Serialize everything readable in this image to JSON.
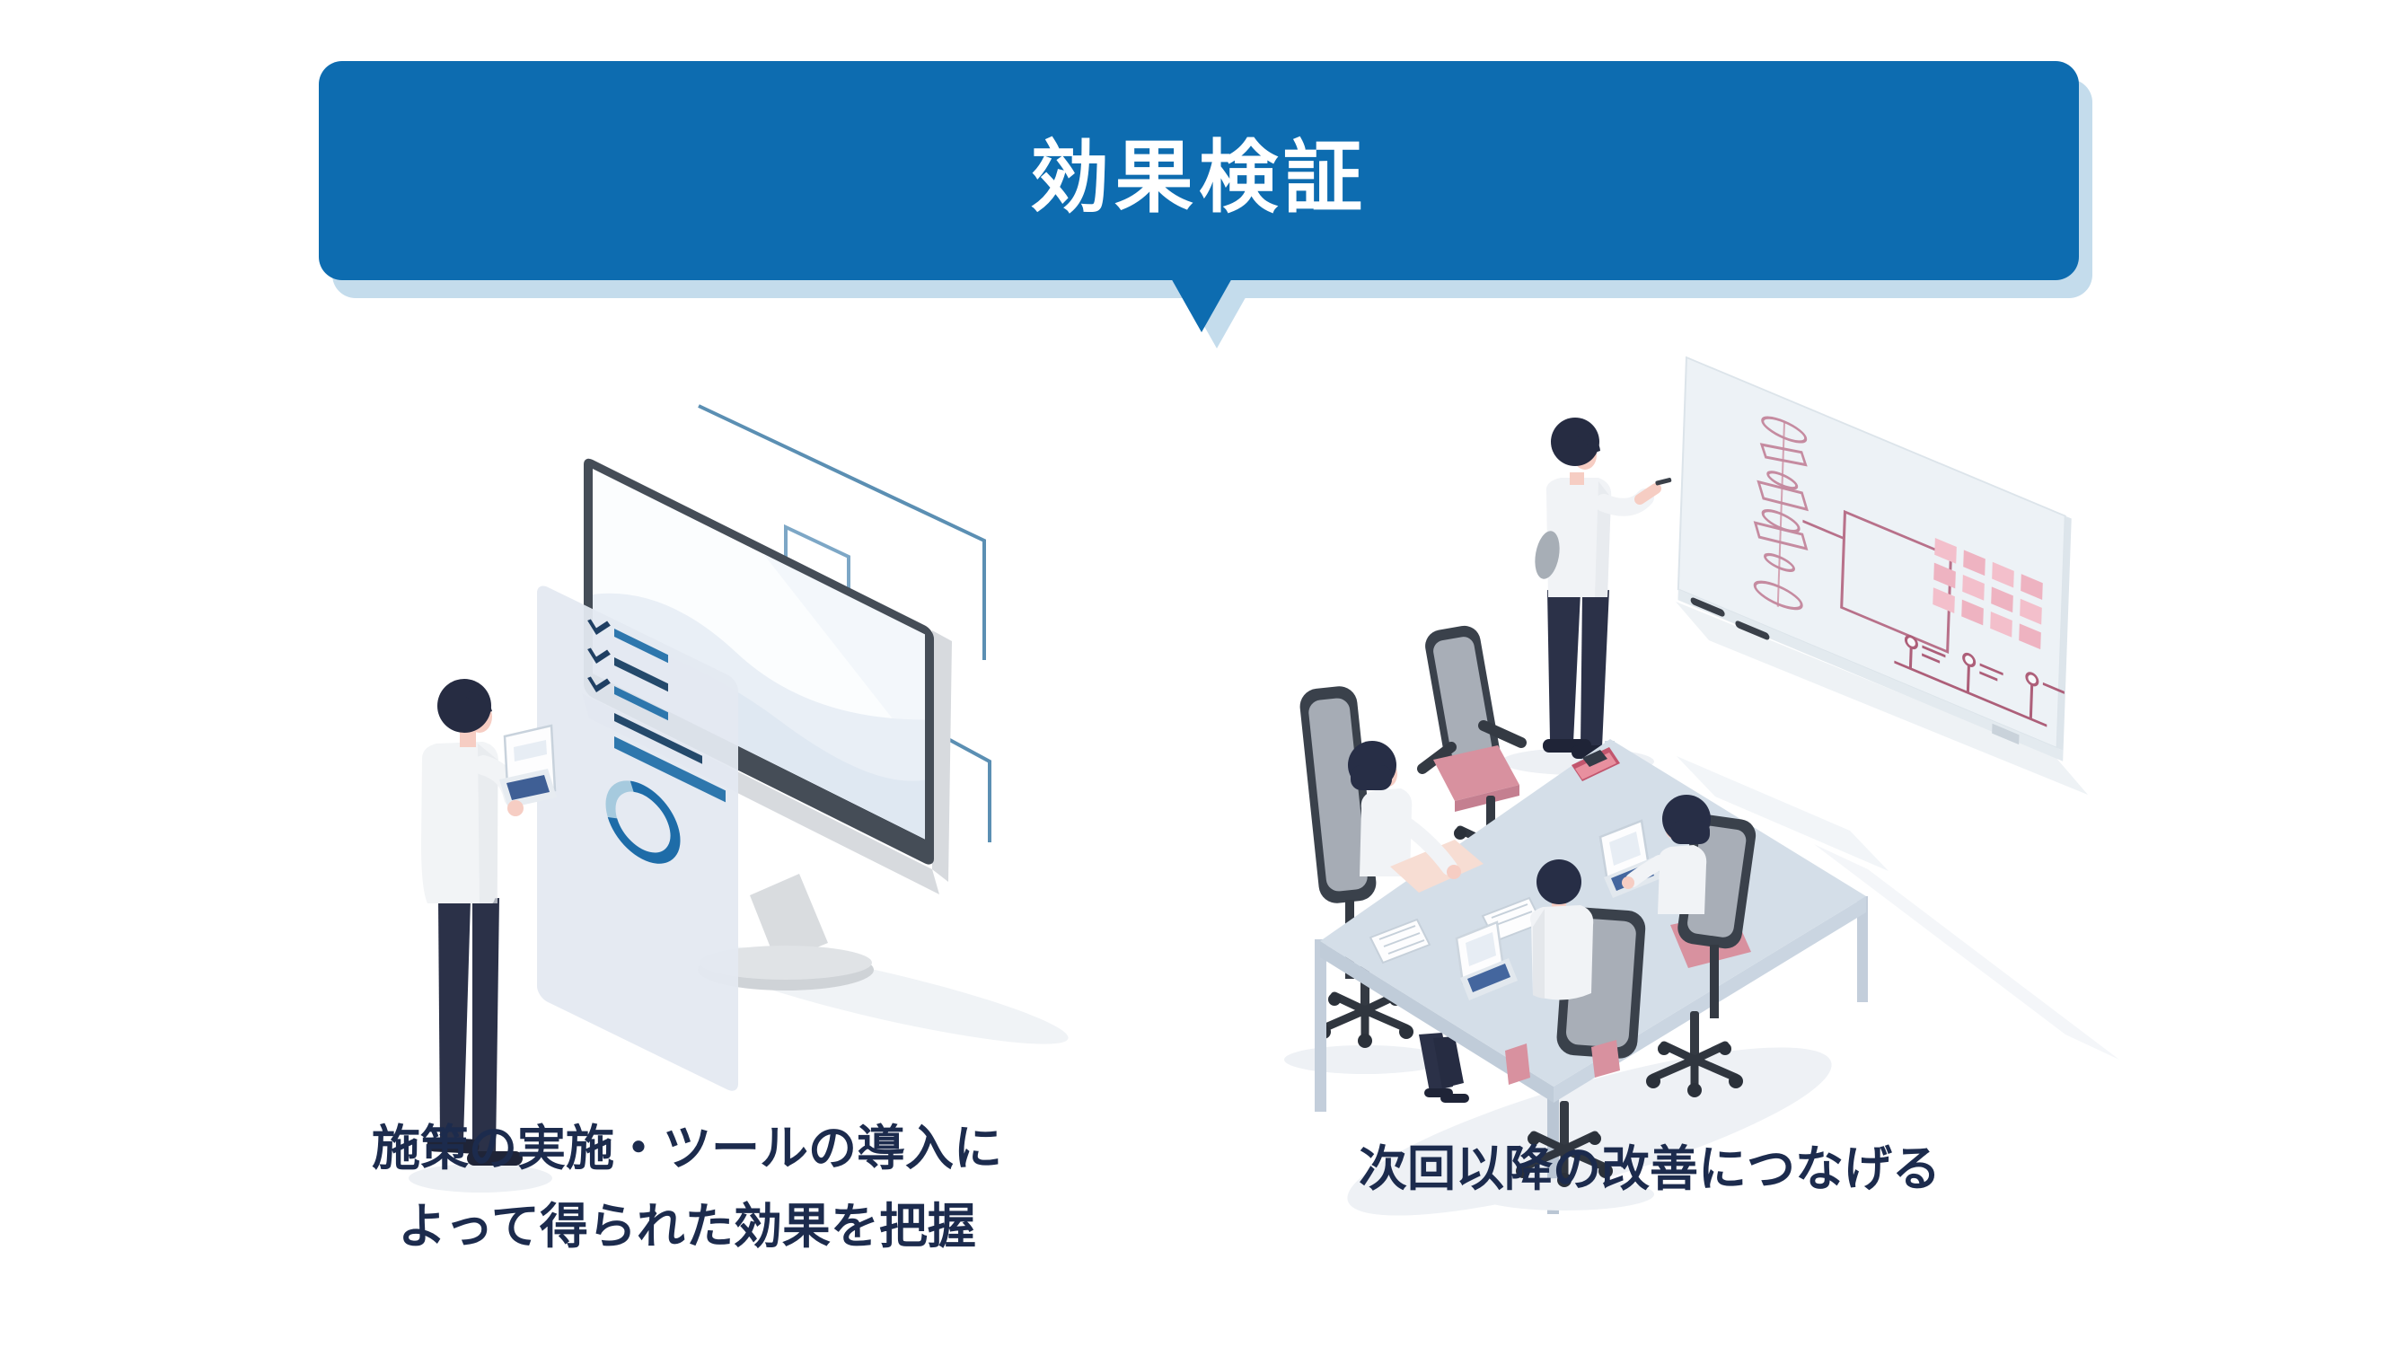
{
  "banner": {
    "title": "効果検証",
    "bg_color": "#0d6cb0",
    "shadow_color": "#c4dcec",
    "text_color": "#ffffff"
  },
  "sections": {
    "left": {
      "caption_lines": [
        "施策の実施・ツールの導入に",
        "よって得られた効果を把握"
      ],
      "illustration": "person-with-laptop-reviewing-dashboard-monitor",
      "illustration_icons": [
        "monitor-icon",
        "checklist-icon",
        "donut-chart-icon",
        "laptop-icon",
        "standing-person"
      ]
    },
    "right": {
      "caption_lines": [
        "次回以降の改善につなげる"
      ],
      "illustration": "team-meeting-whiteboard-presentation",
      "illustration_icons": [
        "whiteboard-icon",
        "flowchart-drawing",
        "sticky-note-grid",
        "timeline-drawing",
        "meeting-table",
        "office-chairs",
        "presenter-person",
        "seated-people",
        "laptop-icons",
        "document-icons"
      ]
    }
  },
  "colors": {
    "caption_ink": "#1c2b4d",
    "accent_blue": "#2e77ad",
    "deco_line_blue": "#5b8fb3",
    "illustration_pink": "#d8919f",
    "whiteboard_pink": "#c58ba0"
  }
}
